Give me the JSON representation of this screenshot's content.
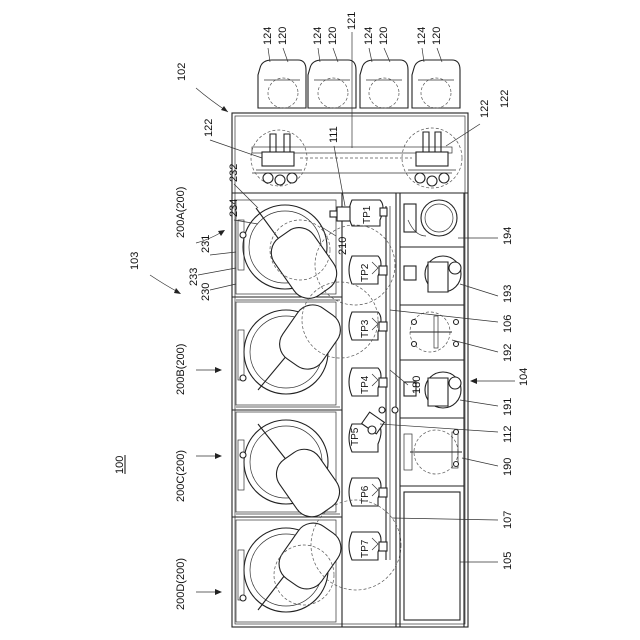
{
  "figure_label": "100",
  "refs": {
    "r102": "102",
    "r103": "103",
    "r104": "104",
    "r105": "105",
    "r106": "106",
    "r107": "107",
    "r111": "111",
    "r112": "112",
    "r121": "121",
    "r122a": "122",
    "r122b": "122",
    "r120": "120",
    "r124": "124",
    "r180": "180",
    "r190": "190",
    "r191": "191",
    "r192": "192",
    "r193": "193",
    "r194": "194",
    "r210": "210",
    "r230": "230",
    "r231": "231",
    "r232": "232",
    "r233": "233",
    "r234": "234"
  },
  "modules": {
    "a": "200A(200)",
    "b": "200B(200)",
    "c": "200C(200)",
    "d": "200D(200)"
  },
  "positions": {
    "tp1": "TP1",
    "tp2": "TP2",
    "tp3": "TP3",
    "tp4": "TP4",
    "tp5": "TP5",
    "tp6": "TP6",
    "tp7": "TP7"
  }
}
